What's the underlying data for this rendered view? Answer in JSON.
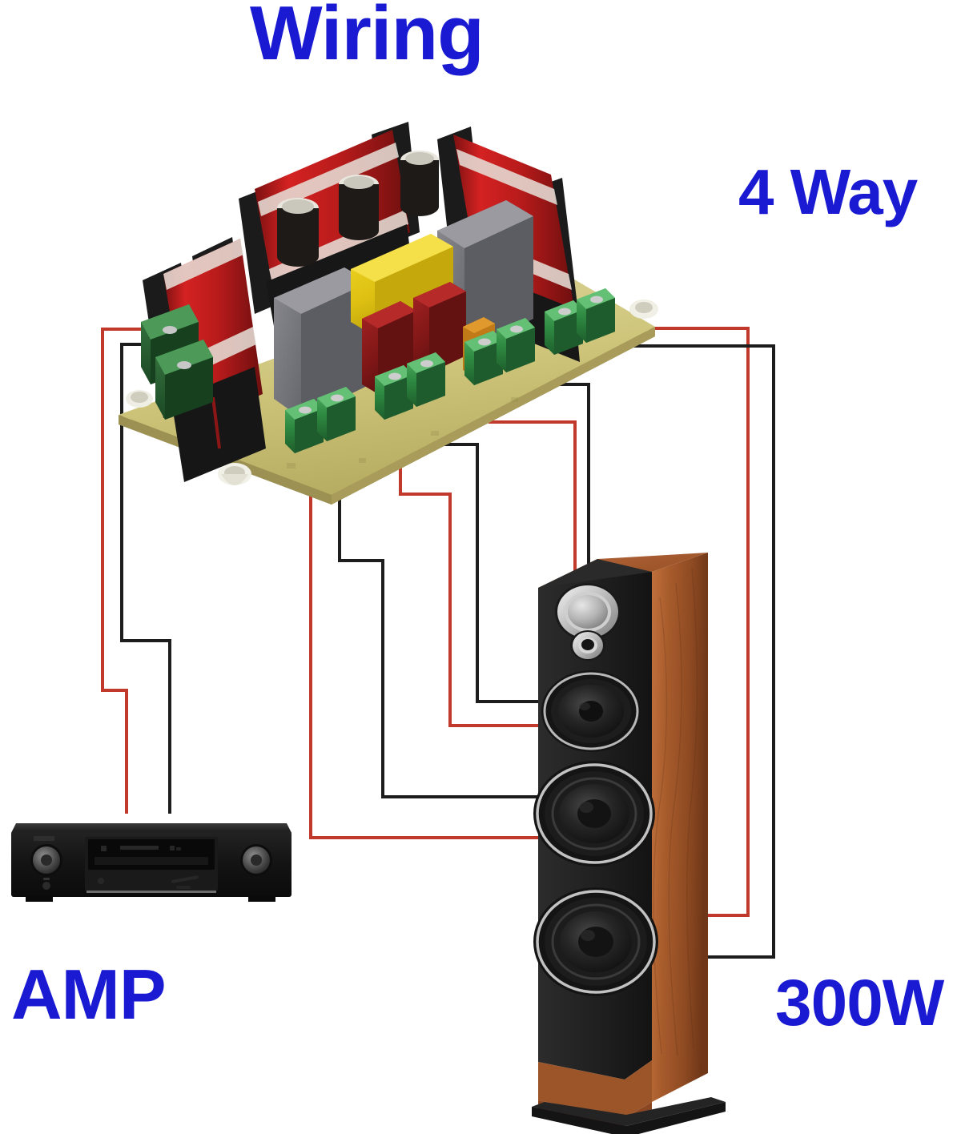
{
  "page": {
    "title": "Wiring",
    "background_color": "#ffffff",
    "label_color": "#1a1ad2"
  },
  "labels": {
    "title": "Wiring",
    "ways": "4 Way",
    "amp": "AMP",
    "power": "300W"
  },
  "diagram": {
    "kind": "speaker-crossover-wiring-diagram",
    "components": [
      {
        "name": "crossover-board",
        "label": "4 Way Crossover PCB"
      },
      {
        "name": "amplifier",
        "label": "AMP"
      },
      {
        "name": "speaker-tower",
        "label": "300W"
      }
    ],
    "board": {
      "pcb_color": "#d6cf86",
      "input_terminal": {
        "name": "input-terminal-block",
        "positions": 2,
        "color": "#2f6b3a"
      },
      "output_terminals": 8,
      "output_terminal_color": "#3f9c4f",
      "inductors": [
        {
          "name": "air-core-inductor-1",
          "color": "#c41f1f"
        },
        {
          "name": "air-core-inductor-2",
          "color": "#c41f1f"
        },
        {
          "name": "air-core-inductor-3",
          "color": "#c41f1f"
        }
      ],
      "film_capacitors": [
        {
          "name": "film-cap-gray-1",
          "color": "#6d6d72"
        },
        {
          "name": "film-cap-gray-2",
          "color": "#6d6d72"
        },
        {
          "name": "film-cap-yellow",
          "color": "#e8c712"
        },
        {
          "name": "film-cap-red-1",
          "color": "#8e1b1b"
        },
        {
          "name": "film-cap-red-2",
          "color": "#8e1b1b"
        }
      ],
      "electrolytic_capacitors": 3,
      "standoffs": 3
    },
    "speaker": {
      "cabinet_front_color": "#242424",
      "cabinet_wood_color": "#a35a2c",
      "base_color": "#151515",
      "drivers": [
        {
          "name": "tweeter",
          "type": "dome-tweeter"
        },
        {
          "name": "super-tweeter",
          "type": "micro-dome"
        },
        {
          "name": "midrange-driver",
          "type": "mid"
        },
        {
          "name": "woofer",
          "type": "woofer"
        },
        {
          "name": "sub-woofer",
          "type": "sub-woofer"
        }
      ]
    },
    "amplifier": {
      "chassis_color": "#111111",
      "knobs": 2,
      "display": "front-panel-display"
    },
    "wires": {
      "positive_color": "#c0392b",
      "negative_color": "#1d1d1d",
      "pairs": [
        {
          "name": "amp-input-pair",
          "from": "amplifier",
          "to": "crossover-input-terminal"
        },
        {
          "name": "tweeter-pair",
          "from": "crossover-output-4",
          "to": "tweeter"
        },
        {
          "name": "midrange-pair",
          "from": "crossover-output-3",
          "to": "midrange-driver"
        },
        {
          "name": "woofer-pair",
          "from": "crossover-output-2",
          "to": "woofer"
        },
        {
          "name": "subwoofer-pair",
          "from": "crossover-output-1",
          "to": "sub-woofer"
        }
      ]
    }
  }
}
